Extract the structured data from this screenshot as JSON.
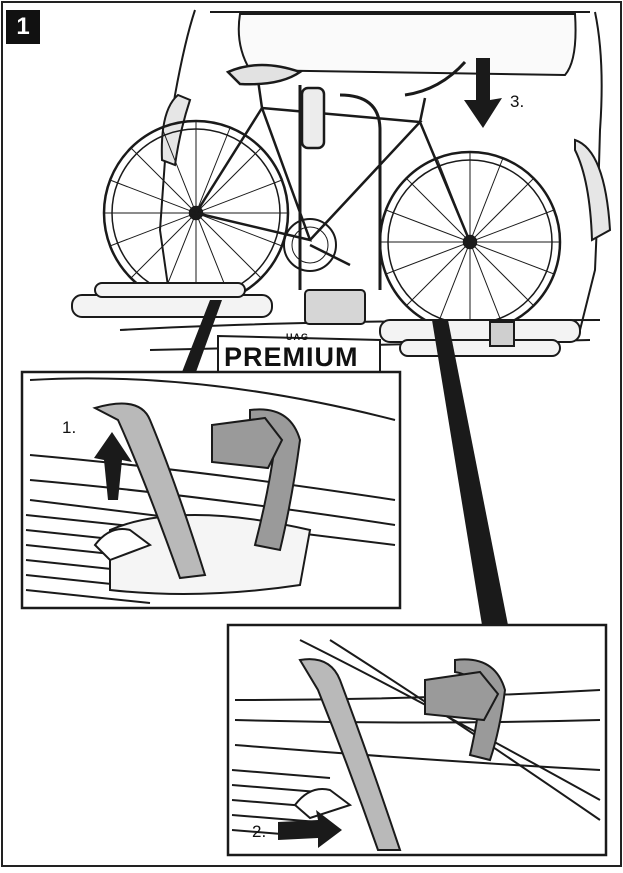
{
  "step": {
    "number": "1"
  },
  "plate": {
    "brand_small": "UAG",
    "brand_large": "PREMIUM"
  },
  "callouts": [
    {
      "label": "1.",
      "direction": "up"
    },
    {
      "label": "2.",
      "direction": "right"
    },
    {
      "label": "3.",
      "direction": "down"
    }
  ],
  "colors": {
    "line": "#1a1a1a",
    "strap": "#b9b9b9",
    "buckle": "#9a9a9a",
    "shade": "#d9d9d9",
    "paper": "#ffffff"
  }
}
